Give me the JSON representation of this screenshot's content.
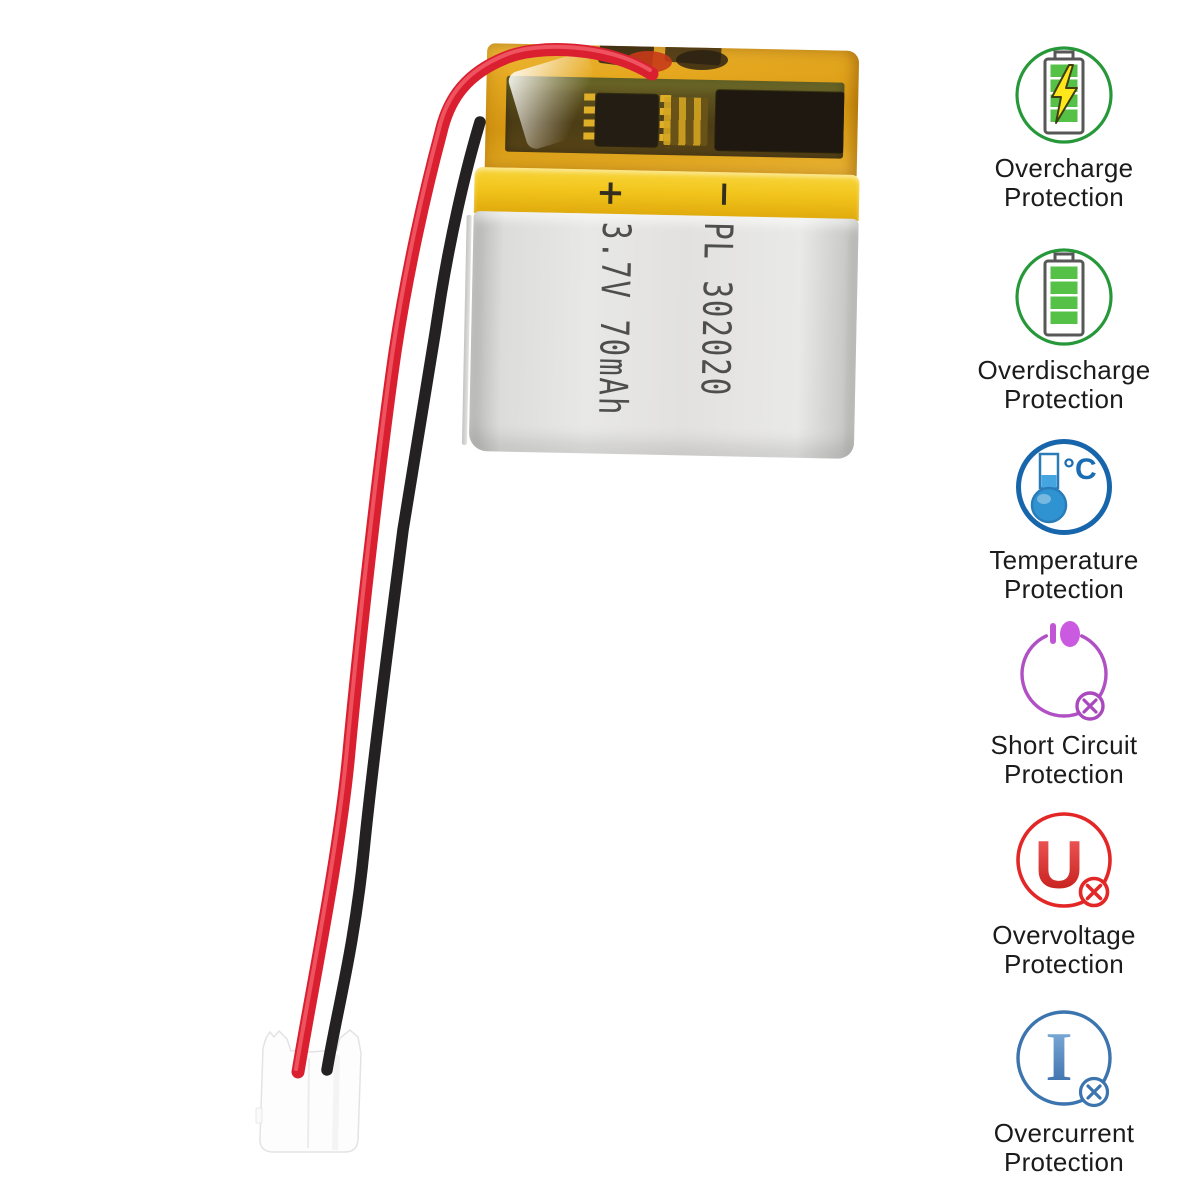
{
  "product": {
    "battery": {
      "polarity_plus": "+",
      "polarity_minus": "−",
      "model_text": "PL 302020",
      "spec_text": "3.7V 70mAh"
    }
  },
  "features": {
    "items": [
      {
        "icon": "overcharge-protection-icon",
        "line1": "Overcharge",
        "line2": "Protection"
      },
      {
        "icon": "overdischarge-protection-icon",
        "line1": "Overdischarge",
        "line2": "Protection"
      },
      {
        "icon": "temperature-protection-icon",
        "line1": "Temperature",
        "line2": "Protection",
        "degree_label": "°C"
      },
      {
        "icon": "short-circuit-protection-icon",
        "line1": "Short Circuit",
        "line2": "Protection"
      },
      {
        "icon": "overvoltage-protection-icon",
        "line1": "Overvoltage",
        "line2": "Protection",
        "symbol": "U"
      },
      {
        "icon": "overcurrent-protection-icon",
        "line1": "Overcurrent",
        "line2": "Protection",
        "symbol": "I"
      }
    ]
  },
  "colors": {
    "wire_red": "#da2030",
    "wire_black": "#242122",
    "connector_white": "#fdfdfd",
    "battery_tape_amber": "#e2a81f",
    "battery_band_yellow": "#f2c51c",
    "battery_pouch_silver": "#e2e1df",
    "battery_print_text": "#3e3e3e",
    "icon_green": "#27983a",
    "icon_temperature_blue": "#1766ab",
    "icon_short_circuit_purple": "#b050c4",
    "icon_overvoltage_red": "#e32726",
    "icon_overcurrent_blue": "#3b74ae",
    "label_text": "#1b1b1b"
  }
}
